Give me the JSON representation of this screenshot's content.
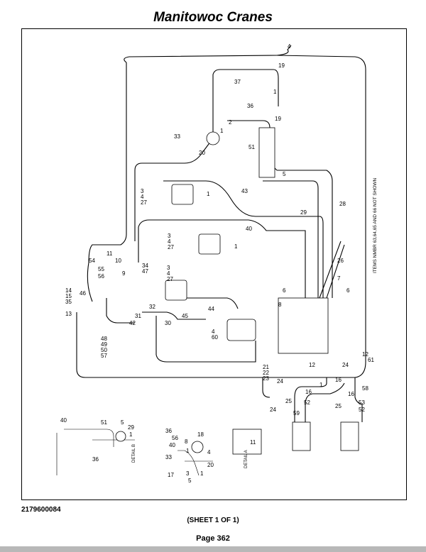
{
  "header": {
    "title": "Manitowoc Cranes"
  },
  "footer": {
    "document_number": "2179600084",
    "sheet": "(SHEET 1 OF 1)",
    "page": "Page 362"
  },
  "diagram": {
    "note": "ITEMS NMBR 63,64,65 AND 66 NOT SHOWN",
    "callouts": [
      "1",
      "2",
      "3",
      "4",
      "5",
      "6",
      "7",
      "8",
      "9",
      "10",
      "11",
      "12",
      "13",
      "14",
      "15",
      "16",
      "17",
      "18",
      "19",
      "20",
      "21",
      "22",
      "23",
      "24",
      "25",
      "26",
      "27",
      "28",
      "29",
      "30",
      "31",
      "32",
      "33",
      "34",
      "35",
      "36",
      "37",
      "40",
      "42",
      "43",
      "44",
      "45",
      "46",
      "47",
      "48",
      "49",
      "50",
      "51",
      "52",
      "53",
      "54",
      "55",
      "56",
      "57",
      "58",
      "59",
      "60",
      "61"
    ],
    "details": [
      "DETAIL A",
      "DETAIL B"
    ]
  }
}
